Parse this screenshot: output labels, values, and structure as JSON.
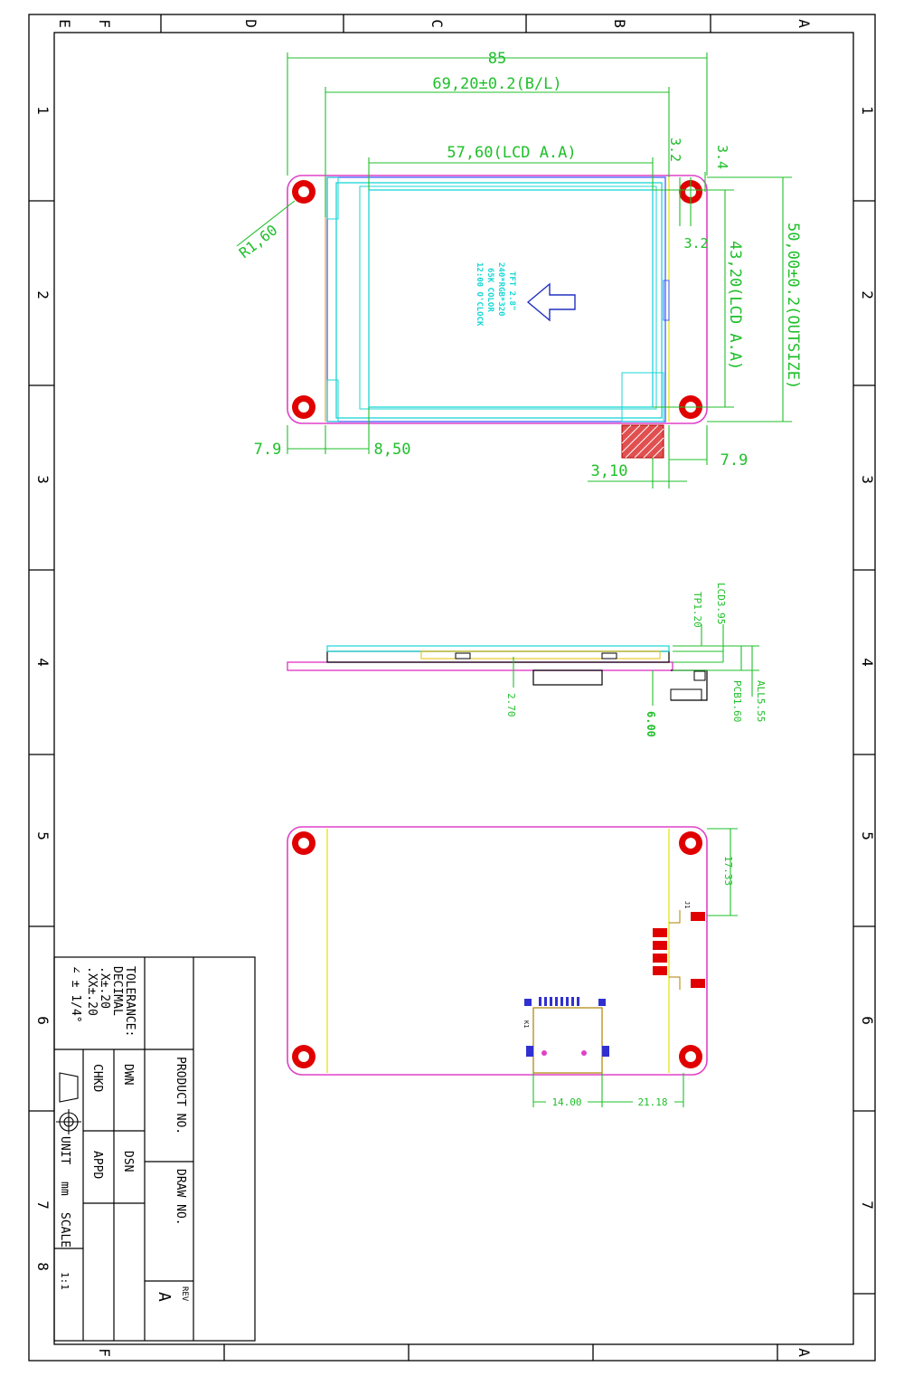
{
  "frame": {
    "top_letters": [
      "E",
      "F",
      "D",
      "C",
      "B",
      "A"
    ],
    "bottom_letters": [
      "F",
      "A"
    ],
    "side_numbers": [
      "1",
      "2",
      "3",
      "4",
      "5",
      "6",
      "7",
      "8"
    ]
  },
  "front_view": {
    "width_total": "85",
    "width_bl": "69,20±0.2(B/L)",
    "width_aa": "57,60(LCD A.A)",
    "height_outside": "50,00±0.2(OUTSIZE)",
    "height_aa": "43,20(LCD A.A)",
    "hole_radius": "R1,60",
    "right_top_offset_a": "3.2",
    "right_top_offset_b": "3.4",
    "right_hole_offset": "3.2",
    "left_margin": "7.9",
    "left_aa_offset": "8,50",
    "fpc_offset": "3,10",
    "right_margin": "7.9",
    "panel_text": [
      "TFT 2.8\"",
      "240*RGB*320",
      "65K COLOR",
      "12:00 O'CLOCK"
    ]
  },
  "side_view": {
    "lcd": "LCD3.95",
    "tp": "TP1.20",
    "all": "ALL5.55",
    "pcb": "PCB1.60",
    "dim_270": "2.70",
    "dim_600": "6.00"
  },
  "back_view": {
    "dim_1733": "17.33",
    "dim_1400": "14.00",
    "dim_2118": "21.18",
    "connector_label": "J1",
    "sd_label": "K1"
  },
  "title_block": {
    "tolerance": "TOLERANCE:",
    "decimal": "DECIMAL",
    "tol_x": ".X±.20",
    "tol_xx": ".XX±.20",
    "tol_angle": "∠ ± 1/4°",
    "product_no": "PRODUCT NO.",
    "draw_no": "DRAW NO.",
    "dwn": "DWN",
    "dsn": "DSN",
    "chkd": "CHKD",
    "appd": "APPD",
    "unit": "UNIT",
    "unit_val": "mm",
    "scale": "SCALE",
    "scale_val": "1:1",
    "rev": "REV",
    "rev_val": "A"
  }
}
